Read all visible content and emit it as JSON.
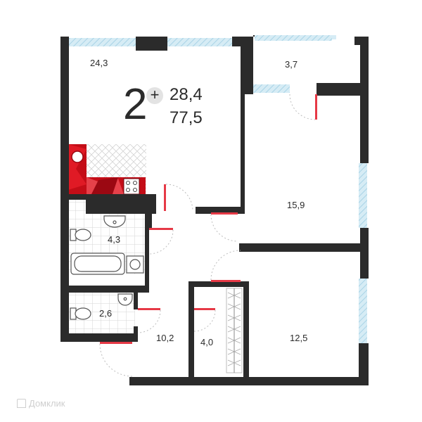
{
  "plan": {
    "room_count": "2",
    "plus_sign": "+",
    "living_area": "28,4",
    "total_area": "77,5"
  },
  "rooms": {
    "kitchen_living": "24,3",
    "loggia": "3,7",
    "bedroom_large": "15,9",
    "bathroom": "4,3",
    "toilet": "2,6",
    "hall": "10,2",
    "wardrobe": "4,0",
    "bedroom_small": "12,5"
  },
  "watermark": {
    "text": "Домклик"
  },
  "colors": {
    "wall": "#2b2b2b",
    "window": "#bfe0ee",
    "door": "#e63946",
    "tile": "#d8d8d8",
    "kitchen_red": "#d10f1b"
  }
}
